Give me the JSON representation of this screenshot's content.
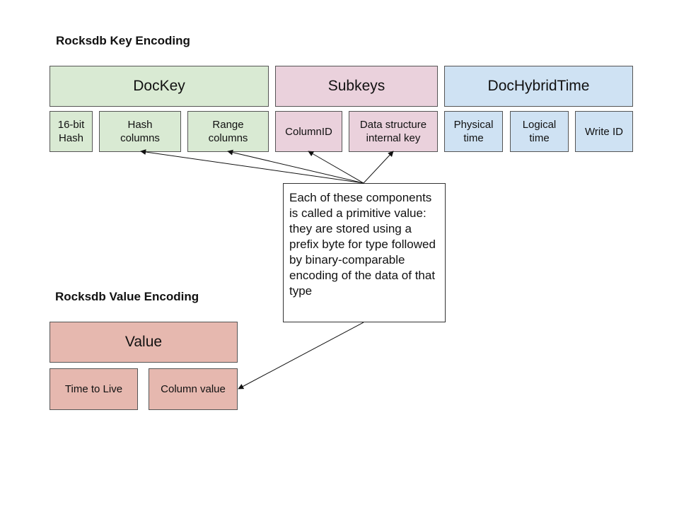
{
  "key_section": {
    "title": "Rocksdb Key Encoding",
    "groups": [
      {
        "label": "DocKey",
        "color": "#d9ead3",
        "parts": [
          "16-bit Hash",
          "Hash columns",
          "Range columns"
        ]
      },
      {
        "label": "Subkeys",
        "color": "#ead1dc",
        "parts": [
          "ColumnID",
          "Data structure internal key"
        ]
      },
      {
        "label": "DocHybridTime",
        "color": "#cfe2f3",
        "parts": [
          "Physical time",
          "Logical time",
          "Write ID"
        ]
      }
    ]
  },
  "value_section": {
    "title": "Rocksdb Value Encoding",
    "group": {
      "label": "Value",
      "color": "#e6b8af",
      "parts": [
        "Time to Live",
        "Column value"
      ]
    }
  },
  "note": "Each of these components is called a primitive value: they are stored using a prefix byte for type followed by binary-comparable encoding of the data of that type"
}
